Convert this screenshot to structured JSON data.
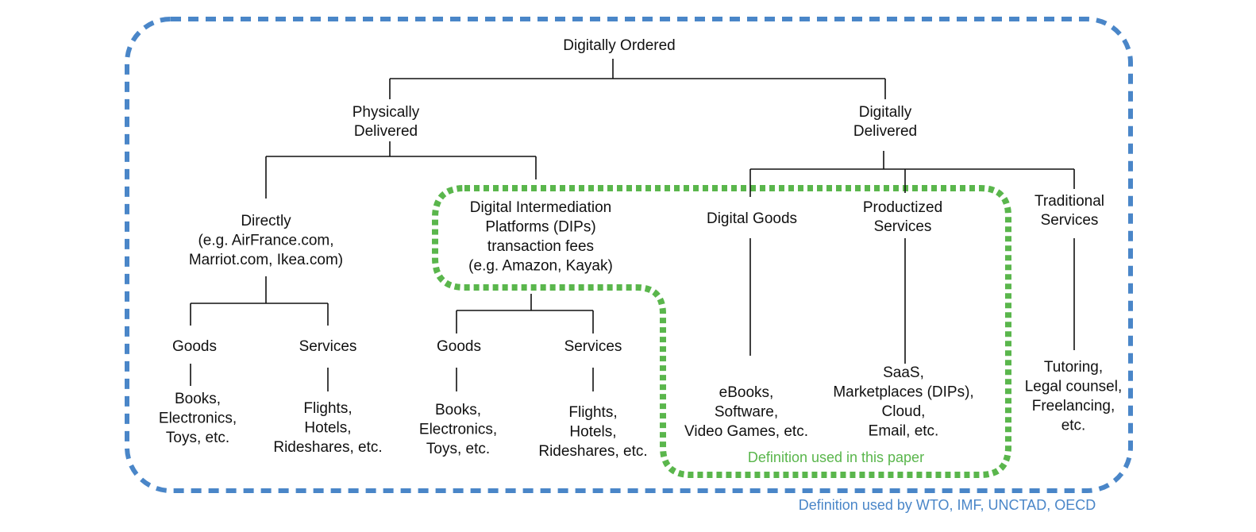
{
  "colors": {
    "outer_boundary": "#4a86c8",
    "inner_boundary": "#5ab64c",
    "text": "#111111",
    "lines": "#111111"
  },
  "nodes": {
    "root": [
      "Digitally Ordered"
    ],
    "physically_delivered": [
      "Physically",
      "Delivered"
    ],
    "digitally_delivered": [
      "Digitally",
      "Delivered"
    ],
    "directly": [
      "Directly",
      "(e.g. AirFrance.com,",
      "Marriot.com, Ikea.com)"
    ],
    "dips": [
      "Digital Intermediation",
      "Platforms (DIPs)",
      "transaction fees",
      "(e.g. Amazon, Kayak)"
    ],
    "digital_goods": [
      "Digital Goods"
    ],
    "productized_services": [
      "Productized",
      "Services"
    ],
    "traditional_services": [
      "Traditional",
      "Services"
    ],
    "direct_goods": [
      "Goods"
    ],
    "direct_services": [
      "Services"
    ],
    "dip_goods": [
      "Goods"
    ],
    "dip_services": [
      "Services"
    ],
    "direct_goods_examples": [
      "Books,",
      "Electronics,",
      "Toys, etc."
    ],
    "direct_services_examples": [
      "Flights,",
      "Hotels,",
      "Rideshares, etc."
    ],
    "dip_goods_examples": [
      "Books,",
      "Electronics,",
      "Toys, etc."
    ],
    "dip_services_examples": [
      "Flights,",
      "Hotels,",
      "Rideshares, etc."
    ],
    "digital_goods_examples": [
      "eBooks,",
      "Software,",
      "Video Games, etc."
    ],
    "productized_examples": [
      "SaaS,",
      "Marketplaces (DIPs),",
      "Cloud,",
      "Email, etc."
    ],
    "traditional_examples": [
      "Tutoring,",
      "Legal counsel,",
      "Freelancing,",
      "etc."
    ]
  },
  "captions": {
    "inner": "Definition used in this paper",
    "outer": "Definition used by WTO, IMF, UNCTAD, OECD"
  }
}
